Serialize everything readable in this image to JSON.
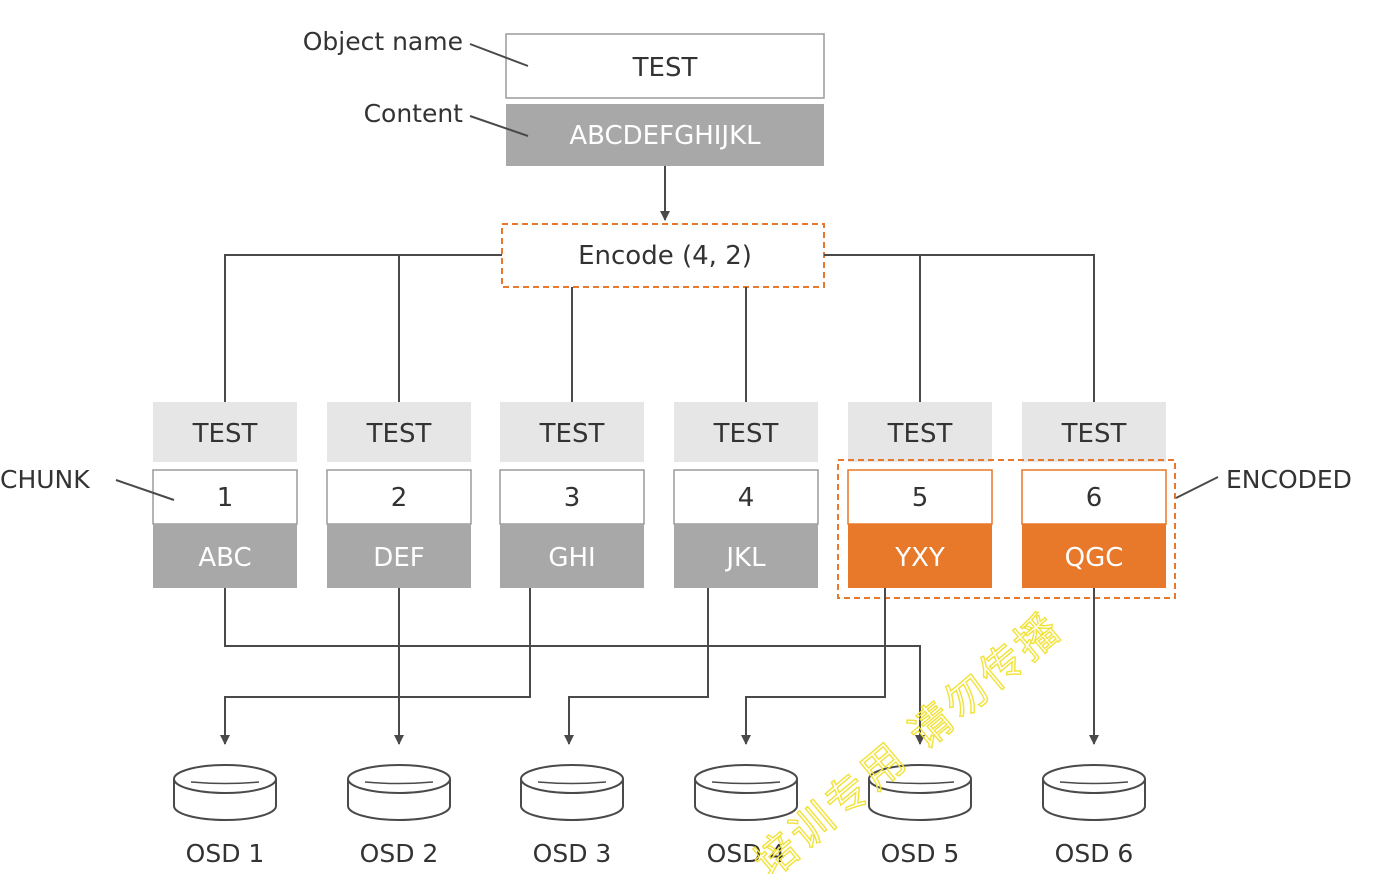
{
  "object": {
    "name_label": "Object name",
    "content_label": "Content",
    "name_value": "TEST",
    "content_value": "ABCDEFGHIJKL"
  },
  "encode": {
    "label": "Encode (4, 2)"
  },
  "annotations": {
    "chunk": "CHUNK",
    "encoded": "ENCODED"
  },
  "chunks": [
    {
      "header": "TEST",
      "id": "1",
      "data": "ABC",
      "encoded": false
    },
    {
      "header": "TEST",
      "id": "2",
      "data": "DEF",
      "encoded": false
    },
    {
      "header": "TEST",
      "id": "3",
      "data": "GHI",
      "encoded": false
    },
    {
      "header": "TEST",
      "id": "4",
      "data": "JKL",
      "encoded": false
    },
    {
      "header": "TEST",
      "id": "5",
      "data": "YXY",
      "encoded": true
    },
    {
      "header": "TEST",
      "id": "6",
      "data": "QGC",
      "encoded": true
    }
  ],
  "osds": [
    {
      "label": "OSD 1"
    },
    {
      "label": "OSD 2"
    },
    {
      "label": "OSD 3"
    },
    {
      "label": "OSD 4"
    },
    {
      "label": "OSD 5"
    },
    {
      "label": "OSD 6"
    }
  ],
  "routing": [
    {
      "chunk": "1",
      "osd": "OSD 5"
    },
    {
      "chunk": "2",
      "osd": "OSD 2"
    },
    {
      "chunk": "3",
      "osd": "OSD 1"
    },
    {
      "chunk": "4",
      "osd": "OSD 3"
    },
    {
      "chunk": "5",
      "osd": "OSD 4"
    },
    {
      "chunk": "6",
      "osd": "OSD 6"
    }
  ],
  "watermark": "培训专用 请勿传播",
  "colors": {
    "line": "#4a4a4a",
    "header_fill": "#e6e6e6",
    "data_fill": "#a8a8a8",
    "accent": "#e8782a",
    "text_dark": "#333333"
  }
}
